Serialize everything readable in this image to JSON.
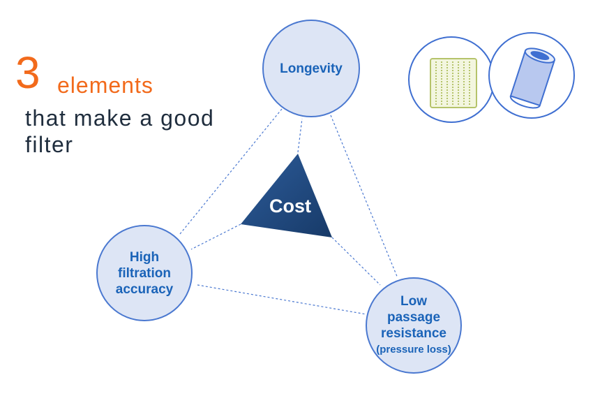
{
  "heading": {
    "number": "3",
    "word": "elements",
    "subtitle": "that make a good filter"
  },
  "nodes": {
    "longevity": "Longevity",
    "filtration": [
      "High",
      "filtration",
      "accuracy"
    ],
    "resistance": [
      "Low",
      "passage",
      "resistance",
      "(pressure loss)"
    ]
  },
  "center": "Cost",
  "colors": {
    "accent": "#f26a1b",
    "node_fill": "#dde5f5",
    "node_border": "#4a78d0",
    "node_text": "#1a63b8",
    "triangle": "#1f4a80"
  }
}
